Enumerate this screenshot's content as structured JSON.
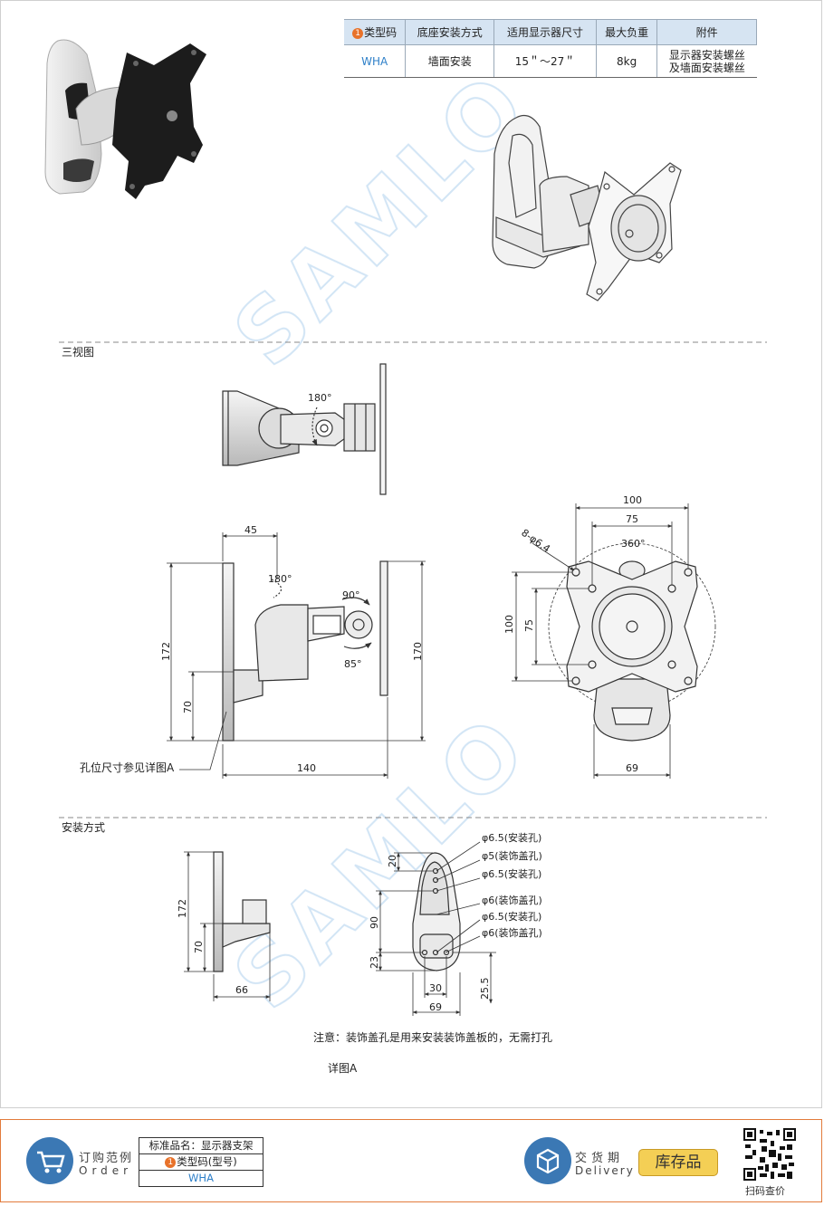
{
  "spec_table": {
    "headers": [
      "类型码",
      "底座安装方式",
      "适用显示器尺寸",
      "最大负重",
      "附件"
    ],
    "badge": "1",
    "row": {
      "type_code": "WHA",
      "mount": "墙面安装",
      "size": "15＂～27＂",
      "load": "8kg",
      "accessory_line1": "显示器安装螺丝",
      "accessory_line2": "及墙面安装螺丝"
    }
  },
  "watermark": "SAMLO",
  "sections": {
    "three_view": "三视图",
    "install": "安装方式"
  },
  "top_view": {
    "angle": "180°"
  },
  "side_view": {
    "dim_45": "45",
    "angle_top": "180°",
    "angle_90": "90°",
    "angle_85": "85°",
    "dim_172": "172",
    "dim_70": "70",
    "dim_170": "170",
    "dim_140": "140",
    "hole_ref": "孔位尺寸参见详图A"
  },
  "front_view": {
    "dim_100_w": "100",
    "dim_75_w": "75",
    "holes": "8-φ6.4",
    "angle": "360°",
    "dim_100_h": "100",
    "dim_75_h": "75",
    "dim_69": "69"
  },
  "install_side": {
    "dim_172": "172",
    "dim_70": "70",
    "dim_66": "66"
  },
  "install_front": {
    "dim_20": "20",
    "dim_90": "90",
    "dim_23": "23",
    "dim_30": "30",
    "dim_69": "69",
    "dim_25_5": "25.5",
    "labels": [
      "φ6.5(安装孔)",
      "φ5(装饰盖孔)",
      "φ6.5(安装孔)",
      "φ6(装饰盖孔)",
      "φ6.5(安装孔)",
      "φ6(装饰盖孔)"
    ]
  },
  "note": "注意：装饰盖孔是用来安装装饰盖板的，无需打孔",
  "detail_label": "详图A",
  "footer": {
    "order_title": "订购范例",
    "order_sub": "Order",
    "example_name": "标准品名：显示器支架",
    "example_type_label": "类型码(型号)",
    "example_badge": "1",
    "example_code": "WHA",
    "delivery_title": "交货期",
    "delivery_sub": "Delivery",
    "stock": "库存品",
    "qr_label": "扫码查价"
  }
}
